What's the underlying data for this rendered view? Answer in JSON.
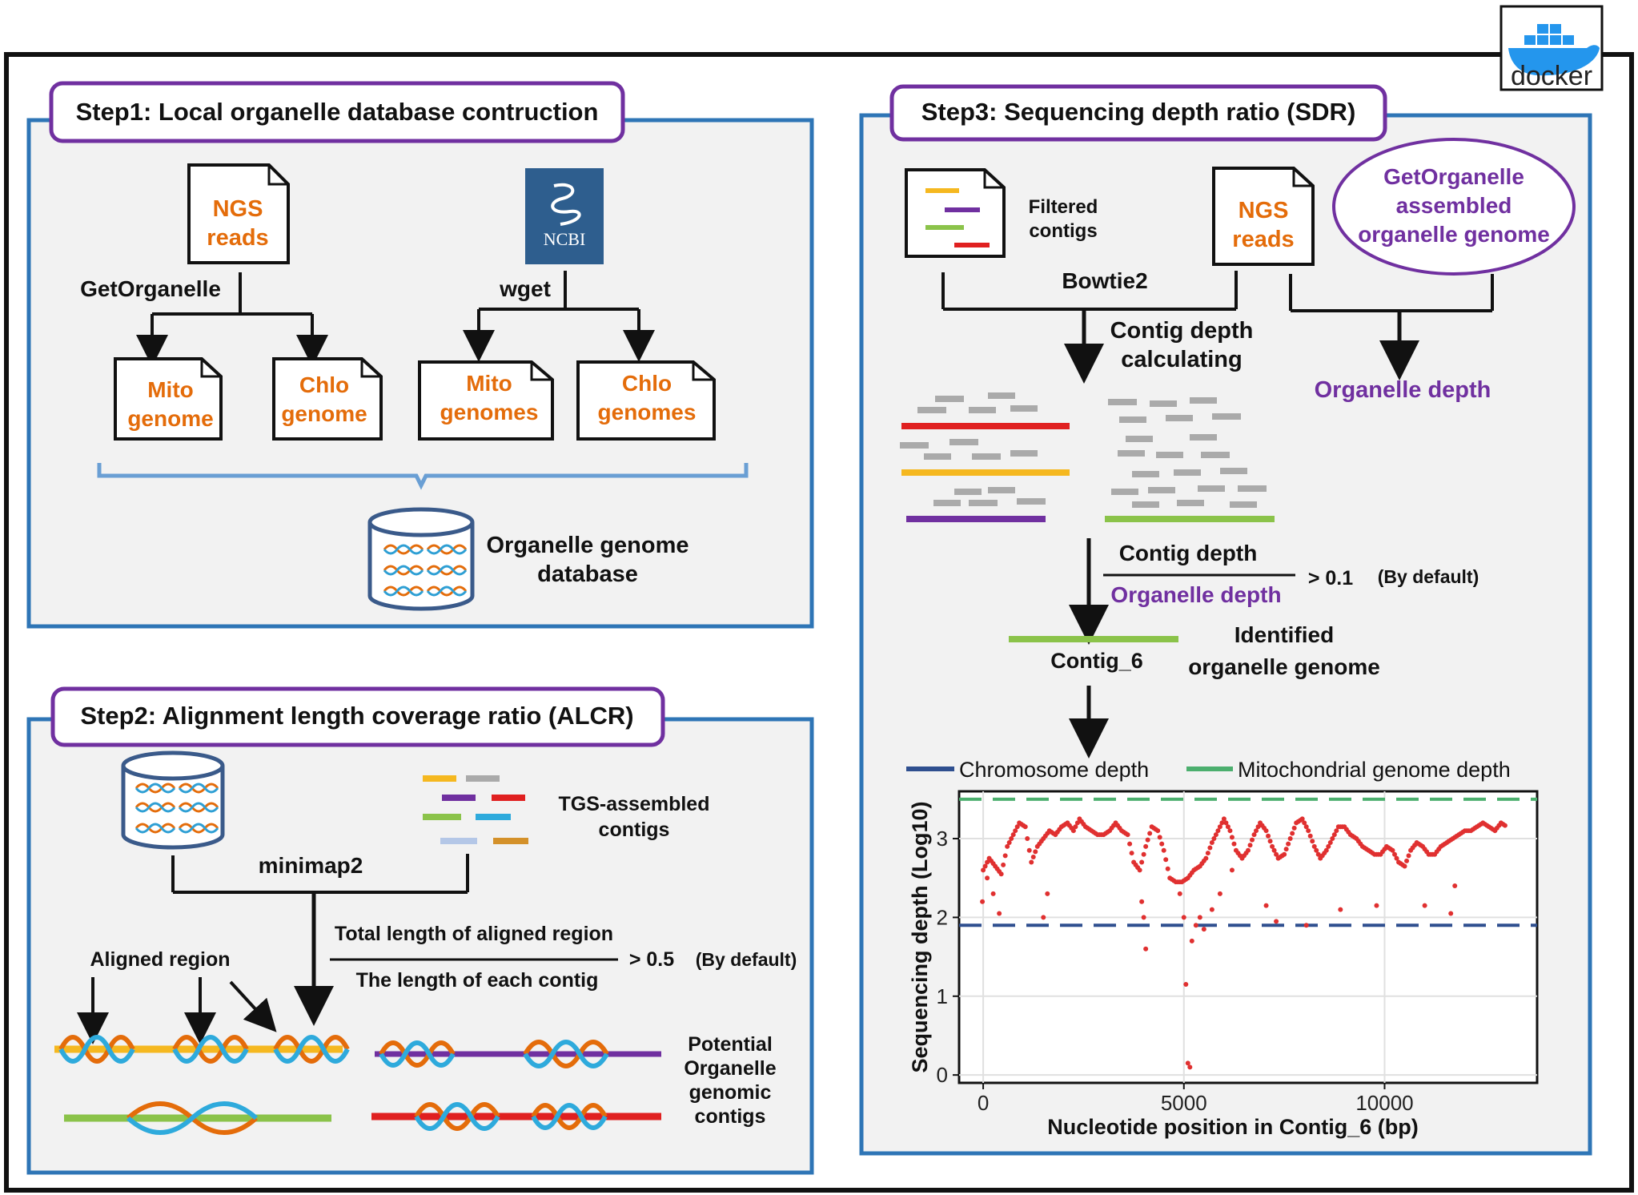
{
  "logo": {
    "text": "docker"
  },
  "step1": {
    "title": "Step1: Local organelle database contruction",
    "ngs_line1": "NGS",
    "ngs_line2": "reads",
    "ncbi": "NCBI",
    "tool_left": "GetOrganelle",
    "tool_right": "wget",
    "mito_genome_1": "Mito",
    "mito_genome_2": "genome",
    "chlo_genome_1": "Chlo",
    "chlo_genome_2": "genome",
    "mito_genomes_1": "Mito",
    "mito_genomes_2": "genomes",
    "chlo_genomes_1": "Chlo",
    "chlo_genomes_2": "genomes",
    "db_line1": "Organelle genome",
    "db_line2": "database"
  },
  "step2": {
    "title": "Step2: Alignment length coverage ratio (ALCR)",
    "tool": "minimap2",
    "tgs_line1": "TGS-assembled",
    "tgs_line2": "contigs",
    "numerator": "Total length of aligned region",
    "denominator": "The length of each contig",
    "threshold": "> 0.5",
    "default": "(By default)",
    "aligned_region": "Aligned region",
    "potential_1": "Potential",
    "potential_2": "Organelle",
    "potential_3": "genomic",
    "potential_4": "contigs"
  },
  "step3": {
    "title": "Step3: Sequencing depth ratio (SDR)",
    "filtered_1": "Filtered",
    "filtered_2": "contigs",
    "ngs_line1": "NGS",
    "ngs_line2": "reads",
    "getorg_1": "GetOrganelle",
    "getorg_2": "assembled",
    "getorg_3": "organelle genome",
    "tool": "Bowtie2",
    "contig_calc_1": "Contig depth",
    "contig_calc_2": "calculating",
    "organelle_depth": "Organelle depth",
    "ratio_numerator": "Contig depth",
    "ratio_denominator": "Organelle depth",
    "threshold": "> 0.1",
    "default": "(By default)",
    "contig_label": "Contig_6",
    "identified_1": "Identified",
    "identified_2": "organelle genome"
  },
  "colors": {
    "step_box_border": "#2e75b6",
    "title_border": "#7030a0",
    "orange_text": "#e46c0a",
    "purple_text": "#7030a0",
    "chromosome_line": "#2f4f8f",
    "mito_line": "#4caf6e",
    "points": "#e03030"
  },
  "chart_data": {
    "type": "scatter",
    "xlabel": "Nucleotide position in Contig_6 (bp)",
    "ylabel": "Sequencing depth (Log10)",
    "xlim": [
      -600,
      13800
    ],
    "ylim": [
      -0.1,
      3.6
    ],
    "xticks": [
      "0",
      "5000",
      "10000"
    ],
    "yticks": [
      "0",
      "1",
      "2",
      "3"
    ],
    "legend": [
      "Chromosome depth",
      "Mitochondrial genome depth"
    ],
    "legend_placement": "top",
    "grid": true,
    "reference_lines": {
      "chromosome_depth": 1.9,
      "mitochondrial_depth": 3.5
    },
    "anchor_x": [
      0,
      150,
      300,
      450,
      600,
      750,
      900,
      1050,
      1200,
      1350,
      1500,
      1650,
      1800,
      1950,
      2100,
      2250,
      2400,
      2550,
      2700,
      2850,
      3000,
      3150,
      3300,
      3450,
      3600,
      3750,
      3900,
      4050,
      4200,
      4350,
      4500,
      4650,
      4800,
      4950,
      5100,
      5250,
      5400,
      5550,
      5700,
      5850,
      6000,
      6150,
      6300,
      6450,
      6600,
      6750,
      6900,
      7050,
      7200,
      7350,
      7500,
      7650,
      7800,
      7950,
      8100,
      8250,
      8400,
      8550,
      8700,
      8850,
      9000,
      9150,
      9300,
      9450,
      9600,
      9750,
      9900,
      10050,
      10200,
      10350,
      10500,
      10650,
      10800,
      10950,
      11100,
      11250,
      11400,
      11550,
      11700,
      11850,
      12000,
      12150,
      12300,
      12450,
      12600,
      12750,
      12900,
      13050
    ],
    "anchor_y": [
      2.6,
      2.75,
      2.65,
      2.55,
      2.9,
      3.05,
      3.2,
      3.15,
      2.7,
      2.9,
      3.0,
      3.1,
      3.05,
      3.15,
      3.2,
      3.1,
      3.25,
      3.15,
      3.1,
      3.05,
      3.05,
      3.1,
      3.2,
      3.1,
      3.05,
      2.7,
      2.6,
      2.9,
      3.15,
      3.1,
      2.85,
      2.5,
      2.45,
      2.45,
      2.5,
      2.6,
      2.65,
      2.75,
      2.95,
      3.1,
      3.25,
      3.1,
      2.85,
      2.75,
      2.85,
      3.05,
      3.2,
      3.1,
      2.9,
      2.75,
      2.8,
      3.0,
      3.2,
      3.25,
      3.1,
      2.9,
      2.75,
      2.85,
      3.0,
      3.15,
      3.15,
      3.05,
      3.0,
      2.9,
      2.85,
      2.8,
      2.8,
      2.9,
      2.85,
      2.7,
      2.65,
      2.85,
      2.95,
      2.9,
      2.8,
      2.8,
      2.9,
      2.95,
      3.0,
      3.05,
      3.1,
      3.1,
      3.15,
      3.2,
      3.15,
      3.1,
      3.2,
      3.15
    ],
    "outliers": [
      [
        -20,
        2.2
      ],
      [
        100,
        2.5
      ],
      [
        250,
        2.3
      ],
      [
        400,
        2.05
      ],
      [
        1500,
        2.0
      ],
      [
        1600,
        2.3
      ],
      [
        3950,
        2.2
      ],
      [
        4000,
        2.0
      ],
      [
        4050,
        1.6
      ],
      [
        4900,
        2.3
      ],
      [
        5000,
        2.0
      ],
      [
        5050,
        1.15
      ],
      [
        5100,
        0.15
      ],
      [
        5150,
        0.1
      ],
      [
        5200,
        1.7
      ],
      [
        5300,
        1.9
      ],
      [
        5400,
        2.0
      ],
      [
        5500,
        1.85
      ],
      [
        5700,
        2.1
      ],
      [
        5900,
        2.3
      ],
      [
        6200,
        2.6
      ],
      [
        7050,
        2.15
      ],
      [
        7300,
        1.95
      ],
      [
        8050,
        1.9
      ],
      [
        8900,
        2.1
      ],
      [
        9800,
        2.15
      ],
      [
        11000,
        2.15
      ],
      [
        11650,
        2.05
      ],
      [
        11750,
        2.4
      ]
    ]
  }
}
